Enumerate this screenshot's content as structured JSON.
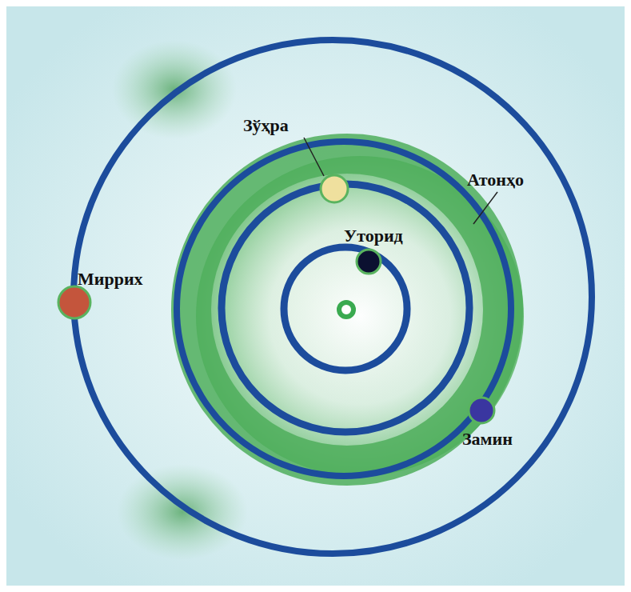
{
  "diagram": {
    "labels": [
      "Зўҳра",
      "Атонҳо",
      "Уторид",
      "Миррих",
      "Замин"
    ]
  }
}
